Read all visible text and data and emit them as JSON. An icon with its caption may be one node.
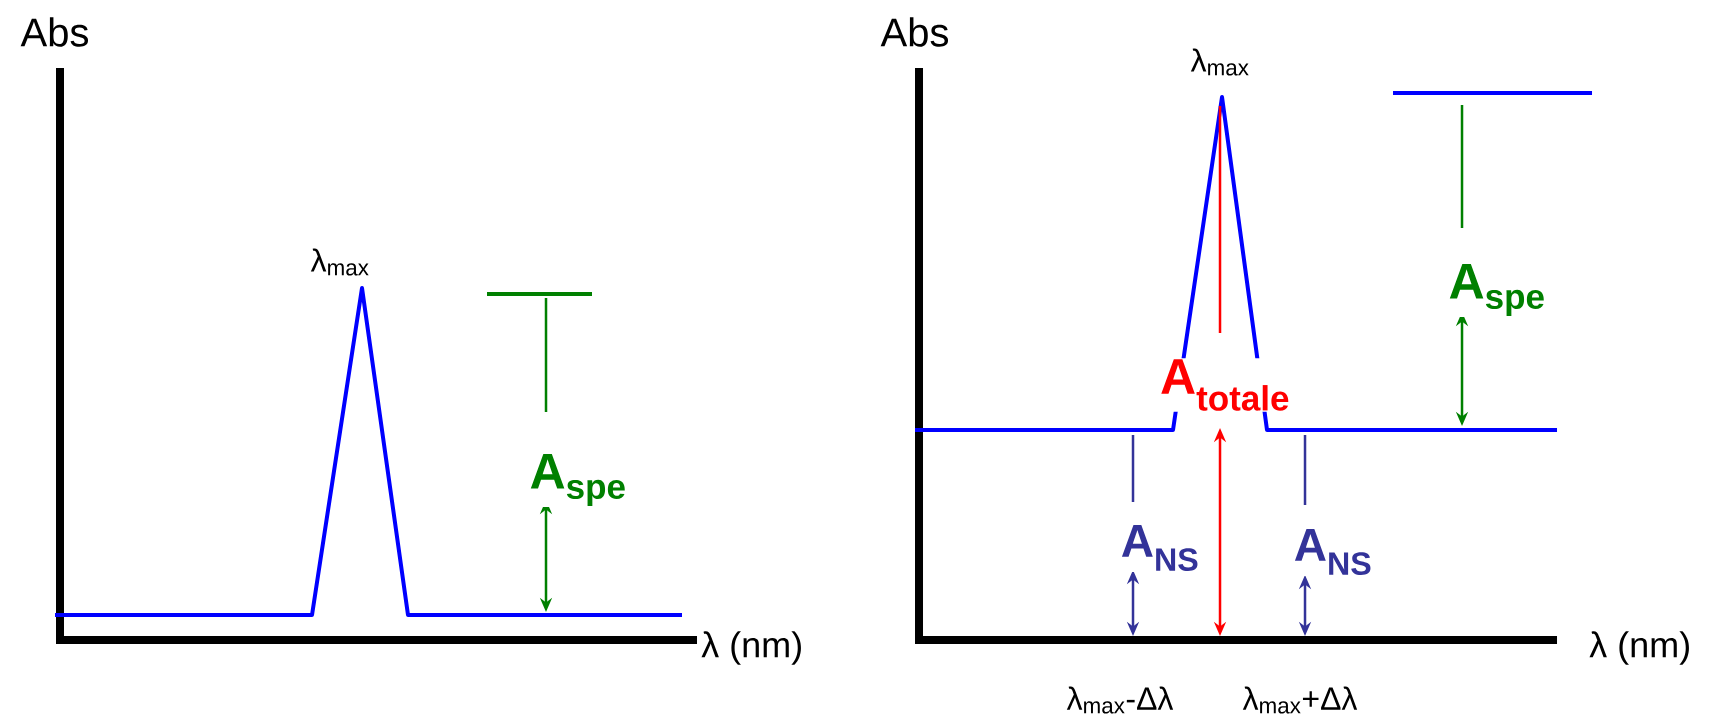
{
  "diagram": {
    "labels": [
      "Abs",
      "λ$_{max}$",
      "A$_{spe}$",
      "λ (nm)",
      "Abs",
      "λ$_{max}$",
      "A$_{spe}$",
      "A$_{totale}$",
      "A$_{NS}$",
      "A$_{NS}$",
      "λ (nm)",
      "λ$_{max}$-Δλ",
      "λ$_{max}$+Δλ"
    ]
  }
}
